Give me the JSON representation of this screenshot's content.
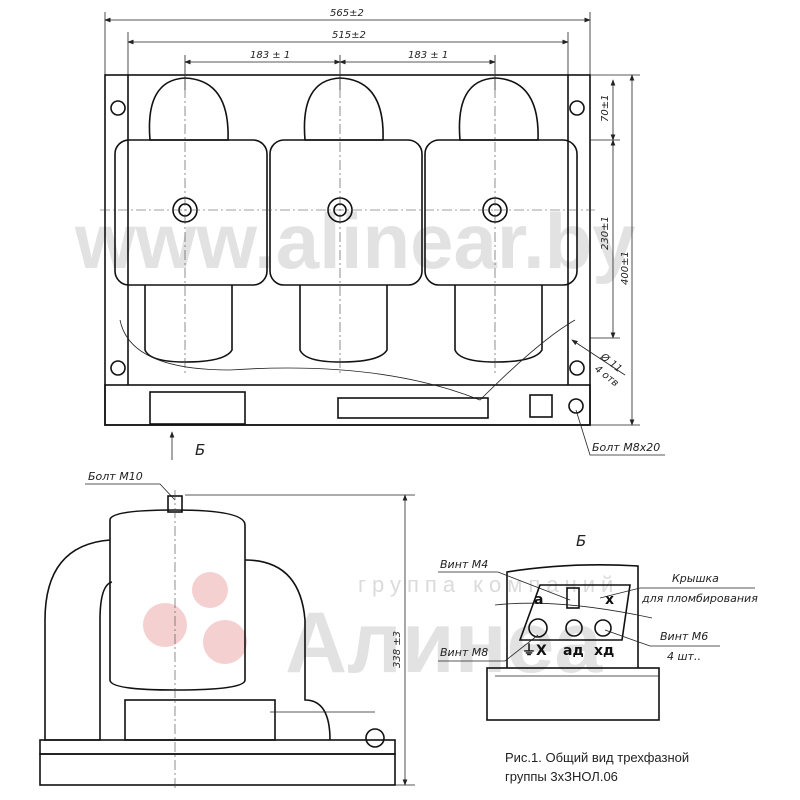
{
  "watermark": {
    "site": "www.alinear.by",
    "group": "группа компаний",
    "brand": "Алинеа"
  },
  "top_view": {
    "dims": {
      "overall_width": "565±2",
      "mount_width": "515±2",
      "pitch_left": "183 ± 1",
      "pitch_right": "183 ± 1",
      "top_offset": "70±1",
      "hole_spacing": "230±1",
      "overall_depth": "400±1",
      "hole_dia": "Ø 11",
      "hole_count": "4 отв"
    },
    "view_marker": "Б",
    "bolt_label": "Болт M8x20"
  },
  "side_view": {
    "bolt_label": "Болт M10",
    "height_dim": "338 ±3"
  },
  "detail_view": {
    "title": "Б",
    "screw_m4": "Винт M4",
    "cover_line1": "Крышка",
    "cover_line2": "для пломбирования",
    "screw_m6_line1": "Винт M6",
    "screw_m6_line2": "4 шт..",
    "screw_m8": "Винт M8",
    "terminals": {
      "a_top": "a",
      "x_top": "x",
      "ground_x": "⏚X",
      "a_d": "aд",
      "x_d": "xд"
    }
  },
  "caption": {
    "line1": "Рис.1. Общий вид трехфазной",
    "line2": "группы 3хЗНОЛ.06"
  }
}
